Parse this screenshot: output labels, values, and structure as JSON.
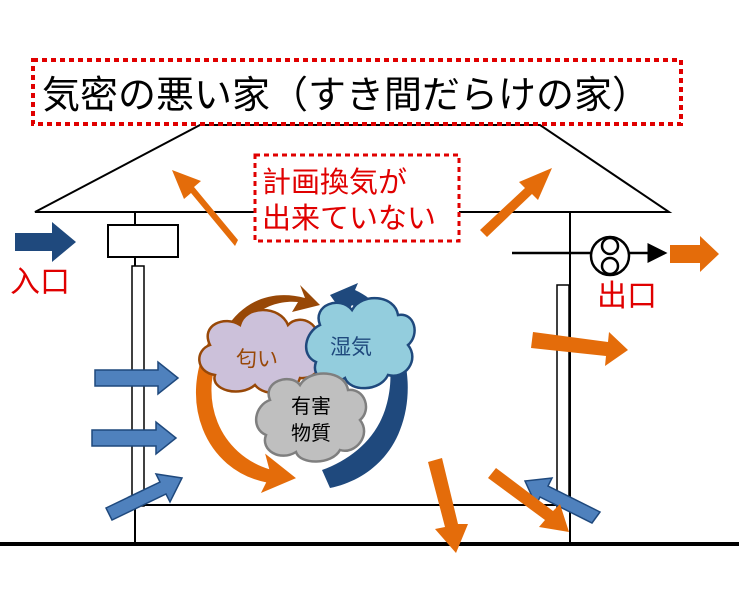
{
  "title": "気密の悪い家（すき間だらけの家）",
  "notice": {
    "line1": "計画換気が",
    "line2": "出来ていない"
  },
  "inlet_label": "入口",
  "outlet_label": "出口",
  "clouds": {
    "odor": "匂い",
    "humidity": "湿気",
    "harmful_line1": "有害",
    "harmful_line2": "物質"
  },
  "colors": {
    "orange": "#e46c0a",
    "blue": "#4f81bd",
    "navy": "#1f497d",
    "red": "#e00000",
    "purple": "#ccc1da",
    "teal": "#93cddd",
    "grey": "#bfbfbf",
    "brown": "#984807"
  },
  "icons": [
    "fan-icon"
  ]
}
